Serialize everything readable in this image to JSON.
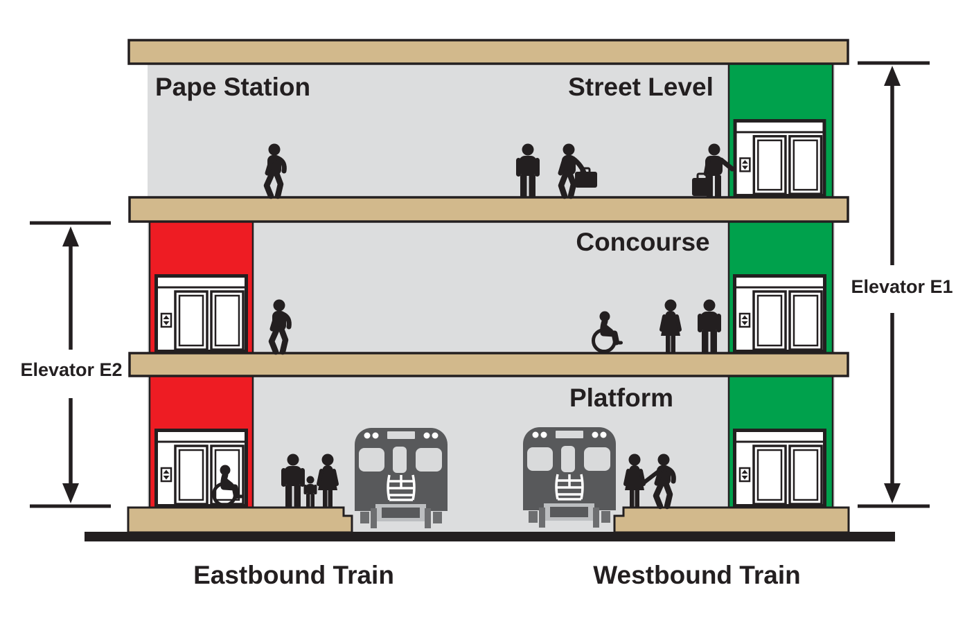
{
  "station": {
    "title": "Pape Station"
  },
  "levels": {
    "street": "Street Level",
    "concourse": "Concourse",
    "platform": "Platform"
  },
  "trains": {
    "eastbound": "Eastbound Train",
    "westbound": "Westbound Train"
  },
  "elevators": {
    "e1": {
      "label": "Elevator E1",
      "shaft_color": "#00A14C",
      "span": "Street Level to Platform"
    },
    "e2": {
      "label": "Elevator E2",
      "shaft_color": "#EE1C23",
      "span": "Concourse to Platform"
    }
  },
  "colors": {
    "background": "#FFFFFF",
    "interior": "#DCDDDE",
    "floor_beam": "#D2B98C",
    "outline": "#231F20",
    "ground": "#231F20",
    "figure": "#231F20",
    "train_body": "#58595B"
  },
  "icons": {
    "street_level": [
      "walking-person-icon",
      "standing-person-icon",
      "person-with-briefcase-icon",
      "person-with-suitcase-icon",
      "elevator-call-button-icon"
    ],
    "concourse": [
      "walking-person-icon",
      "wheelchair-user-icon",
      "woman-icon",
      "man-icon",
      "elevator-call-button-icon"
    ],
    "platform": [
      "wheelchair-user-icon",
      "man-icon",
      "child-icon",
      "woman-icon",
      "couple-holding-hands-icon",
      "train-front-icon",
      "elevator-call-button-icon"
    ]
  }
}
